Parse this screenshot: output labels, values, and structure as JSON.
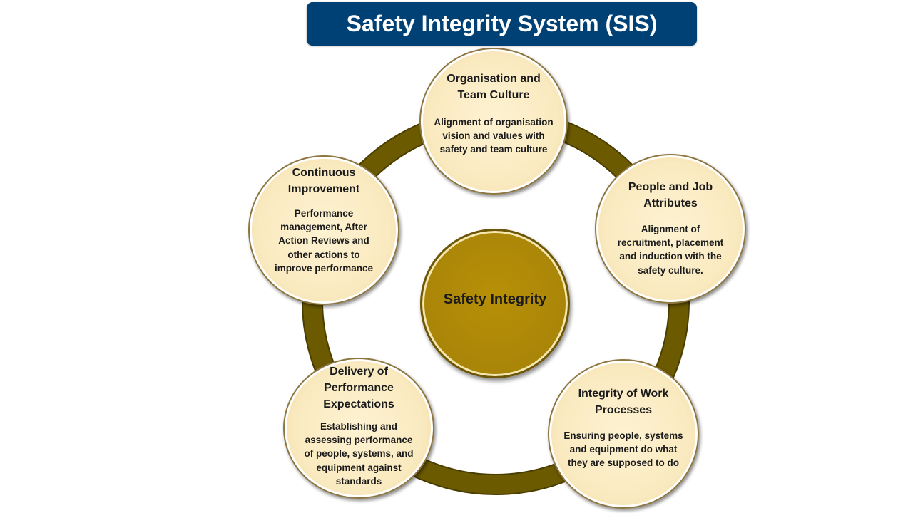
{
  "title": "Safety Integrity System (SIS)",
  "center": {
    "label": "Safety Integrity"
  },
  "nodes": [
    {
      "title": "Organisation and\nTeam  Culture",
      "description": "Alignment of organisation\nvision and values with\nsafety and team culture"
    },
    {
      "title": "People and Job\nAttributes",
      "description": "Alignment of\nrecruitment, placement\nand induction with the\nsafety culture."
    },
    {
      "title": "Integrity of Work\nProcesses",
      "description": "Ensuring people, systems\nand equipment do what\nthey are supposed to do"
    },
    {
      "title": "Delivery of\nPerformance\nExpectations",
      "description": "Establishing and\nassessing  performance\nof people, systems,  and\nequipment against\nstandards"
    },
    {
      "title": "Continuous\nImprovement",
      "description": "Performance\nmanagement, After\nAction Reviews and\nother actions to\nimprove performance"
    }
  ],
  "colors": {
    "banner": "#004175",
    "ring": "#6b5a00",
    "node_fill": "#fbebc3",
    "center_fill": "#b18a07"
  }
}
